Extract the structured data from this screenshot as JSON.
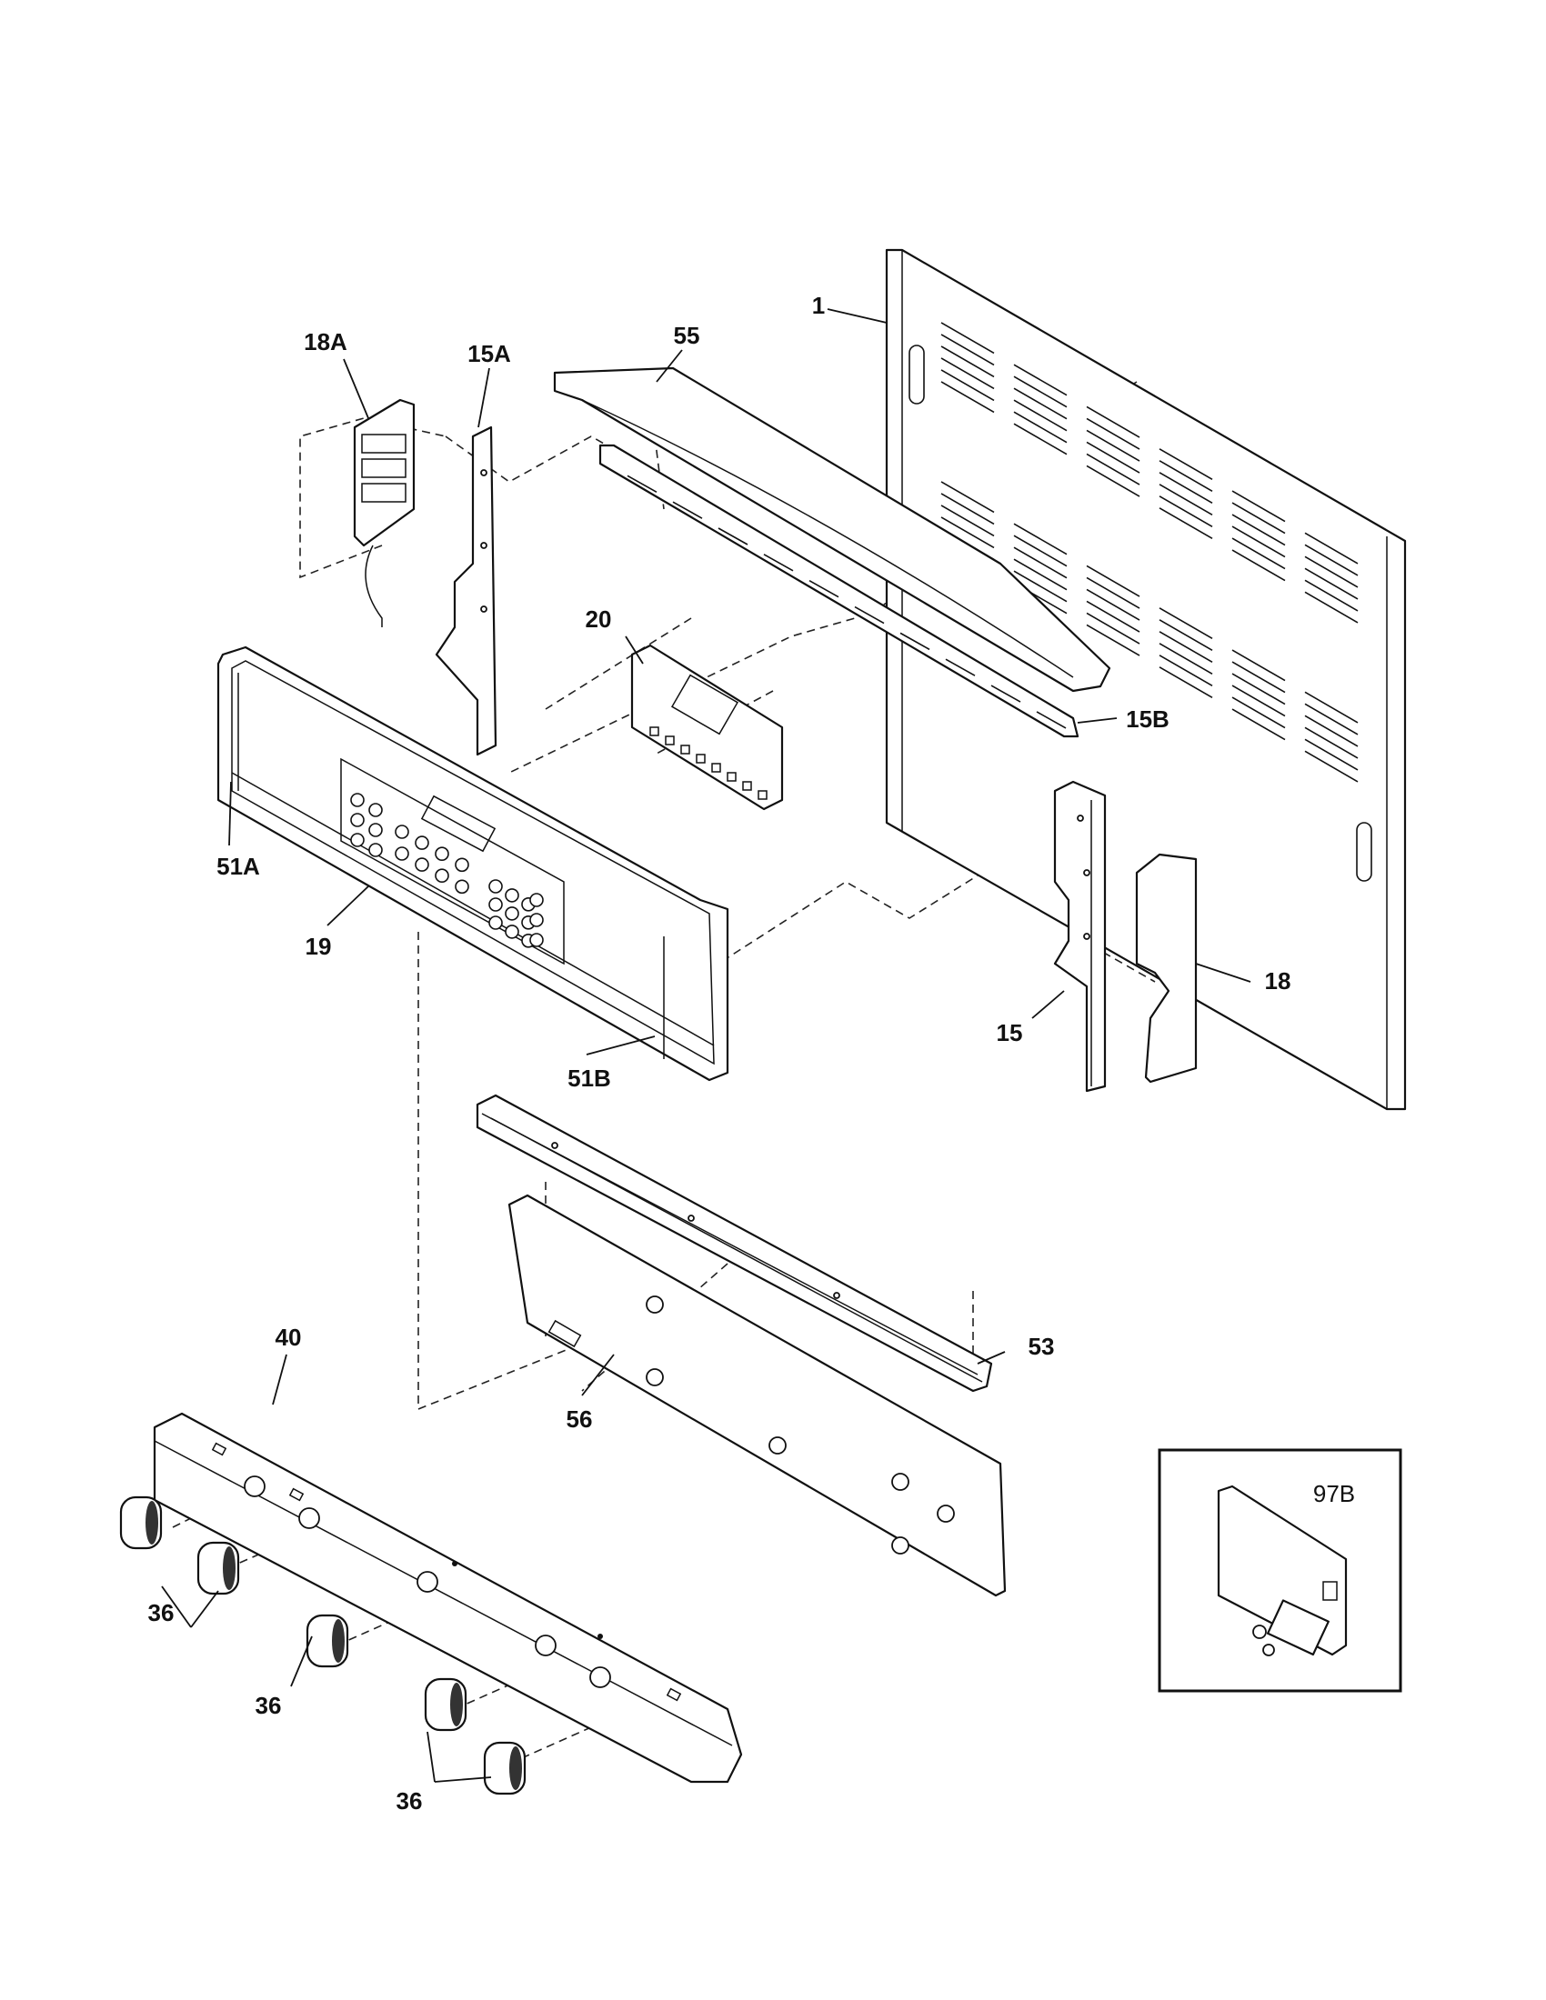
{
  "diagram": {
    "callouts": {
      "p1": "1",
      "p15": "15",
      "p15A": "15A",
      "p15B": "15B",
      "p18": "18",
      "p18A": "18A",
      "p19": "19",
      "p20": "20",
      "p36a": "36",
      "p36b": "36",
      "p36c": "36",
      "p40": "40",
      "p51A": "51A",
      "p51B": "51B",
      "p53": "53",
      "p55": "55",
      "p56": "56",
      "p97B": "97B"
    }
  }
}
